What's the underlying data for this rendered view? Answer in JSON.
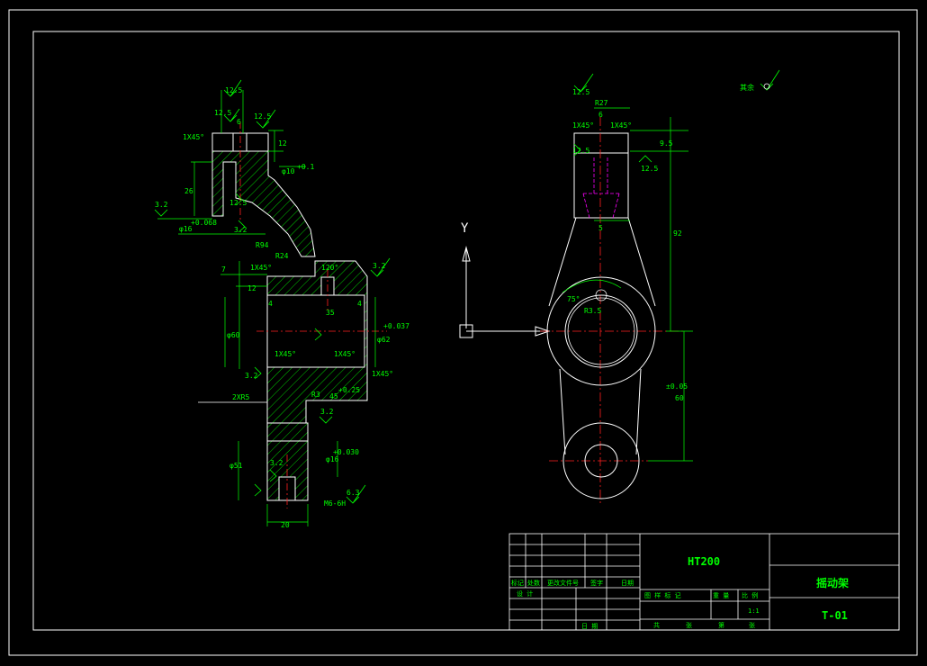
{
  "drawing": {
    "material": "HT200",
    "part_name": "摇动架",
    "drawing_number": "T-01",
    "scale": "1:1",
    "other_surfaces": "其余"
  },
  "title_block": {
    "row_labels": [
      "标记",
      "处数",
      "更改文件号",
      "签字",
      "日期"
    ],
    "design_label": "设 计",
    "date_label": "日 期",
    "headers": [
      "图 样 标 记",
      "重 量",
      "比 例"
    ],
    "footer": [
      "共",
      "张",
      "第",
      "张"
    ]
  },
  "axis": {
    "y_label": "Y"
  },
  "left_view": {
    "roughness": [
      "12.5",
      "12.5",
      "12.5",
      "3.2",
      "12.5",
      "3.2",
      "3.2",
      "3.2",
      "3.2",
      "3.2",
      "6.3"
    ],
    "dims": {
      "chamfer_top": "1X45°",
      "d6": "6",
      "d12": "12",
      "d10": "φ10",
      "d10_tol": "+0.1",
      "d26": "26",
      "d16": "φ16",
      "d16_tol": "+0.068",
      "r94": "R94",
      "r24": "R24",
      "chamfer_mid": "1X45°",
      "d7": "7",
      "d12b": "12",
      "angle120": "120°",
      "d4a": "4",
      "d4b": "4",
      "d60": "φ60",
      "d35": "35",
      "d62": "φ62",
      "d62_tol": "+0.037",
      "chamfer_l": "1X45°",
      "chamfer_r": "1X45°",
      "chamfer_br": "1X45°",
      "r5": "2XR5",
      "r3": "R3",
      "d45": "45",
      "d45_tol": "+0.25",
      "d51": "φ51",
      "d16b": "φ16",
      "d16b_tol": "+0.030",
      "m6": "M6-6H",
      "d20": "20"
    }
  },
  "right_view": {
    "dims": {
      "r27": "R27",
      "d6": "6",
      "chamfer_l": "1X45°",
      "chamfer_r": "1X45°",
      "d95": "9.5",
      "d92": "92",
      "d5": "5",
      "angle75": "75°",
      "r35": "R3.5",
      "d60": "60",
      "d60_tol": "±0.05"
    },
    "roughness": [
      "12.5",
      "12.5",
      "12.5"
    ]
  }
}
